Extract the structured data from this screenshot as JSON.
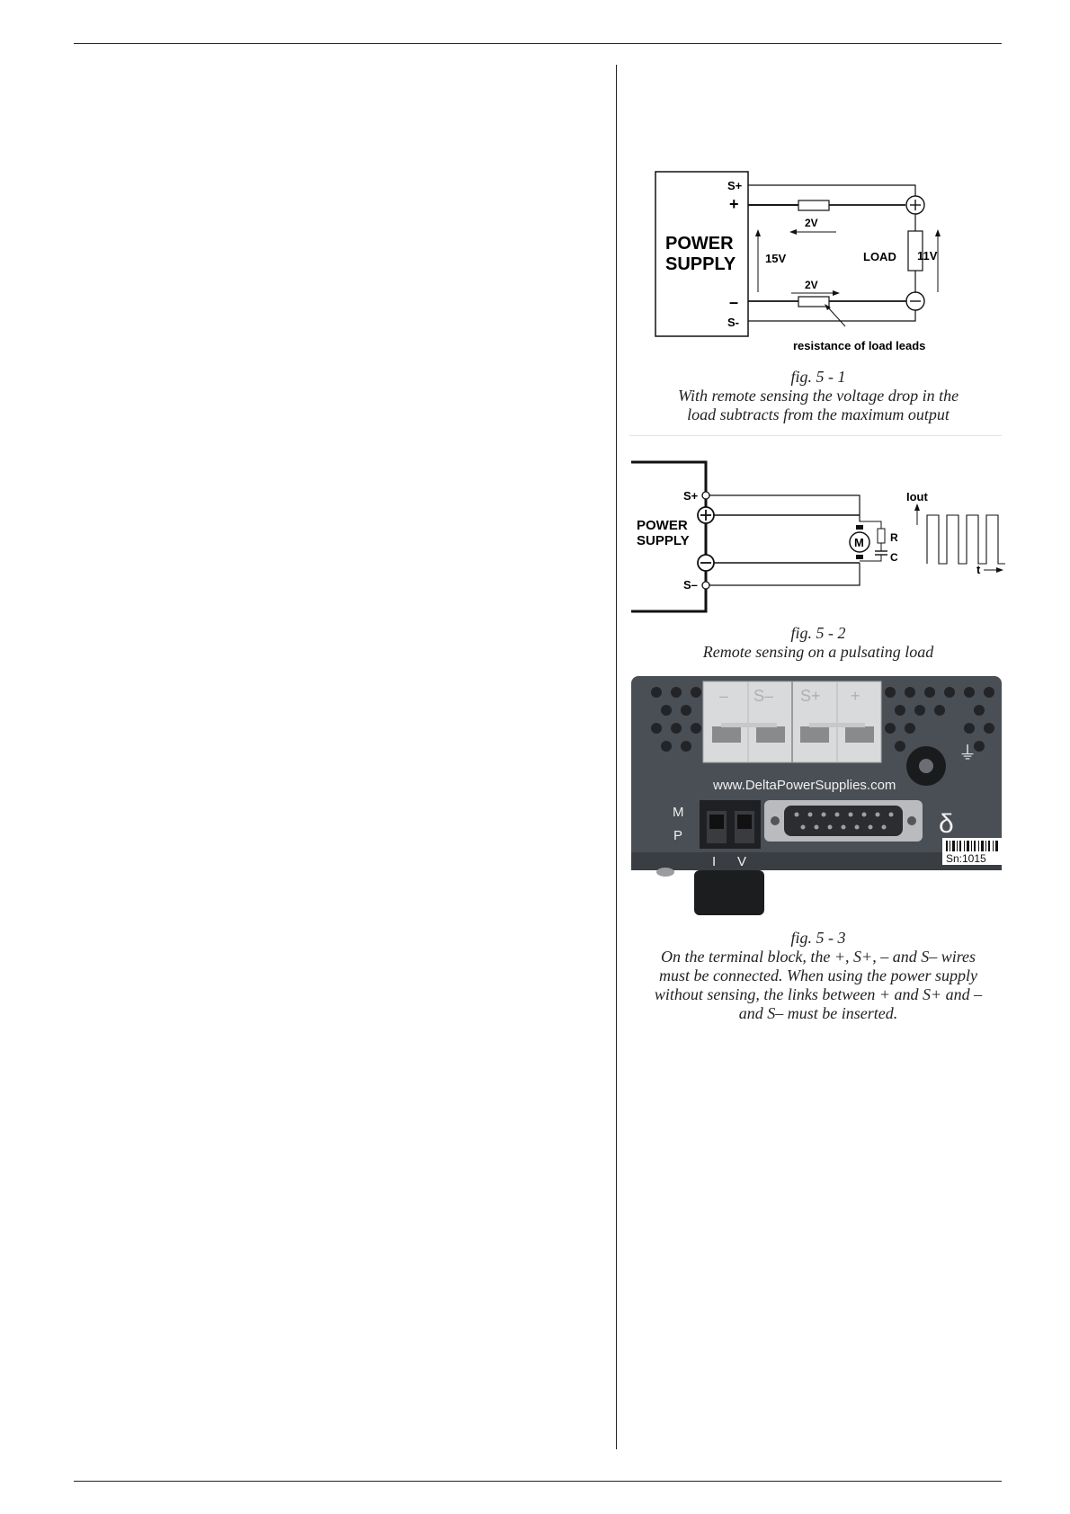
{
  "fig1": {
    "box_title_line1": "POWER",
    "box_title_line2": "SUPPLY",
    "terminal_s_plus": "S+",
    "terminal_plus": "+",
    "terminal_minus": "–",
    "terminal_s_minus": "S-",
    "drop_top": "2V",
    "drop_bottom": "2V",
    "supply_voltage": "15V",
    "load_label": "LOAD",
    "load_voltage": "11V",
    "leads_label": "resistance of load leads",
    "caption_number": "fig. 5 - 1",
    "caption_line1": "With remote sensing the voltage drop in the",
    "caption_line2": "load subtracts from the maximum output"
  },
  "fig2": {
    "terminal_s_plus": "S+",
    "terminal_s_minus": "S–",
    "box_title_line1": "POWER",
    "box_title_line2": "SUPPLY",
    "motor_label": "M",
    "resistor_label": "R",
    "capacitor_label": "C",
    "current_label": "Iout",
    "time_label": "t",
    "caption_number": "fig. 5 - 2",
    "caption_line1": "Remote sensing on a pulsating load"
  },
  "fig3": {
    "terminal_labels": [
      "–",
      "S–",
      "S+",
      "+"
    ],
    "website": "www.DeltaPowerSupplies.com",
    "switch_label_m": "M",
    "switch_label_p": "P",
    "switch_label_i": "I",
    "switch_label_v": "V",
    "brand_symbol": "δ",
    "serial": "Sn:1015",
    "caption_number": "fig. 5 - 3",
    "caption_line1": "On the terminal block, the +, S+, – and S– wires",
    "caption_line2": "must be connected. When using the power supply",
    "caption_line3": "without sensing, the links between + and S+ and –",
    "caption_line4": "and S– must be inserted."
  }
}
